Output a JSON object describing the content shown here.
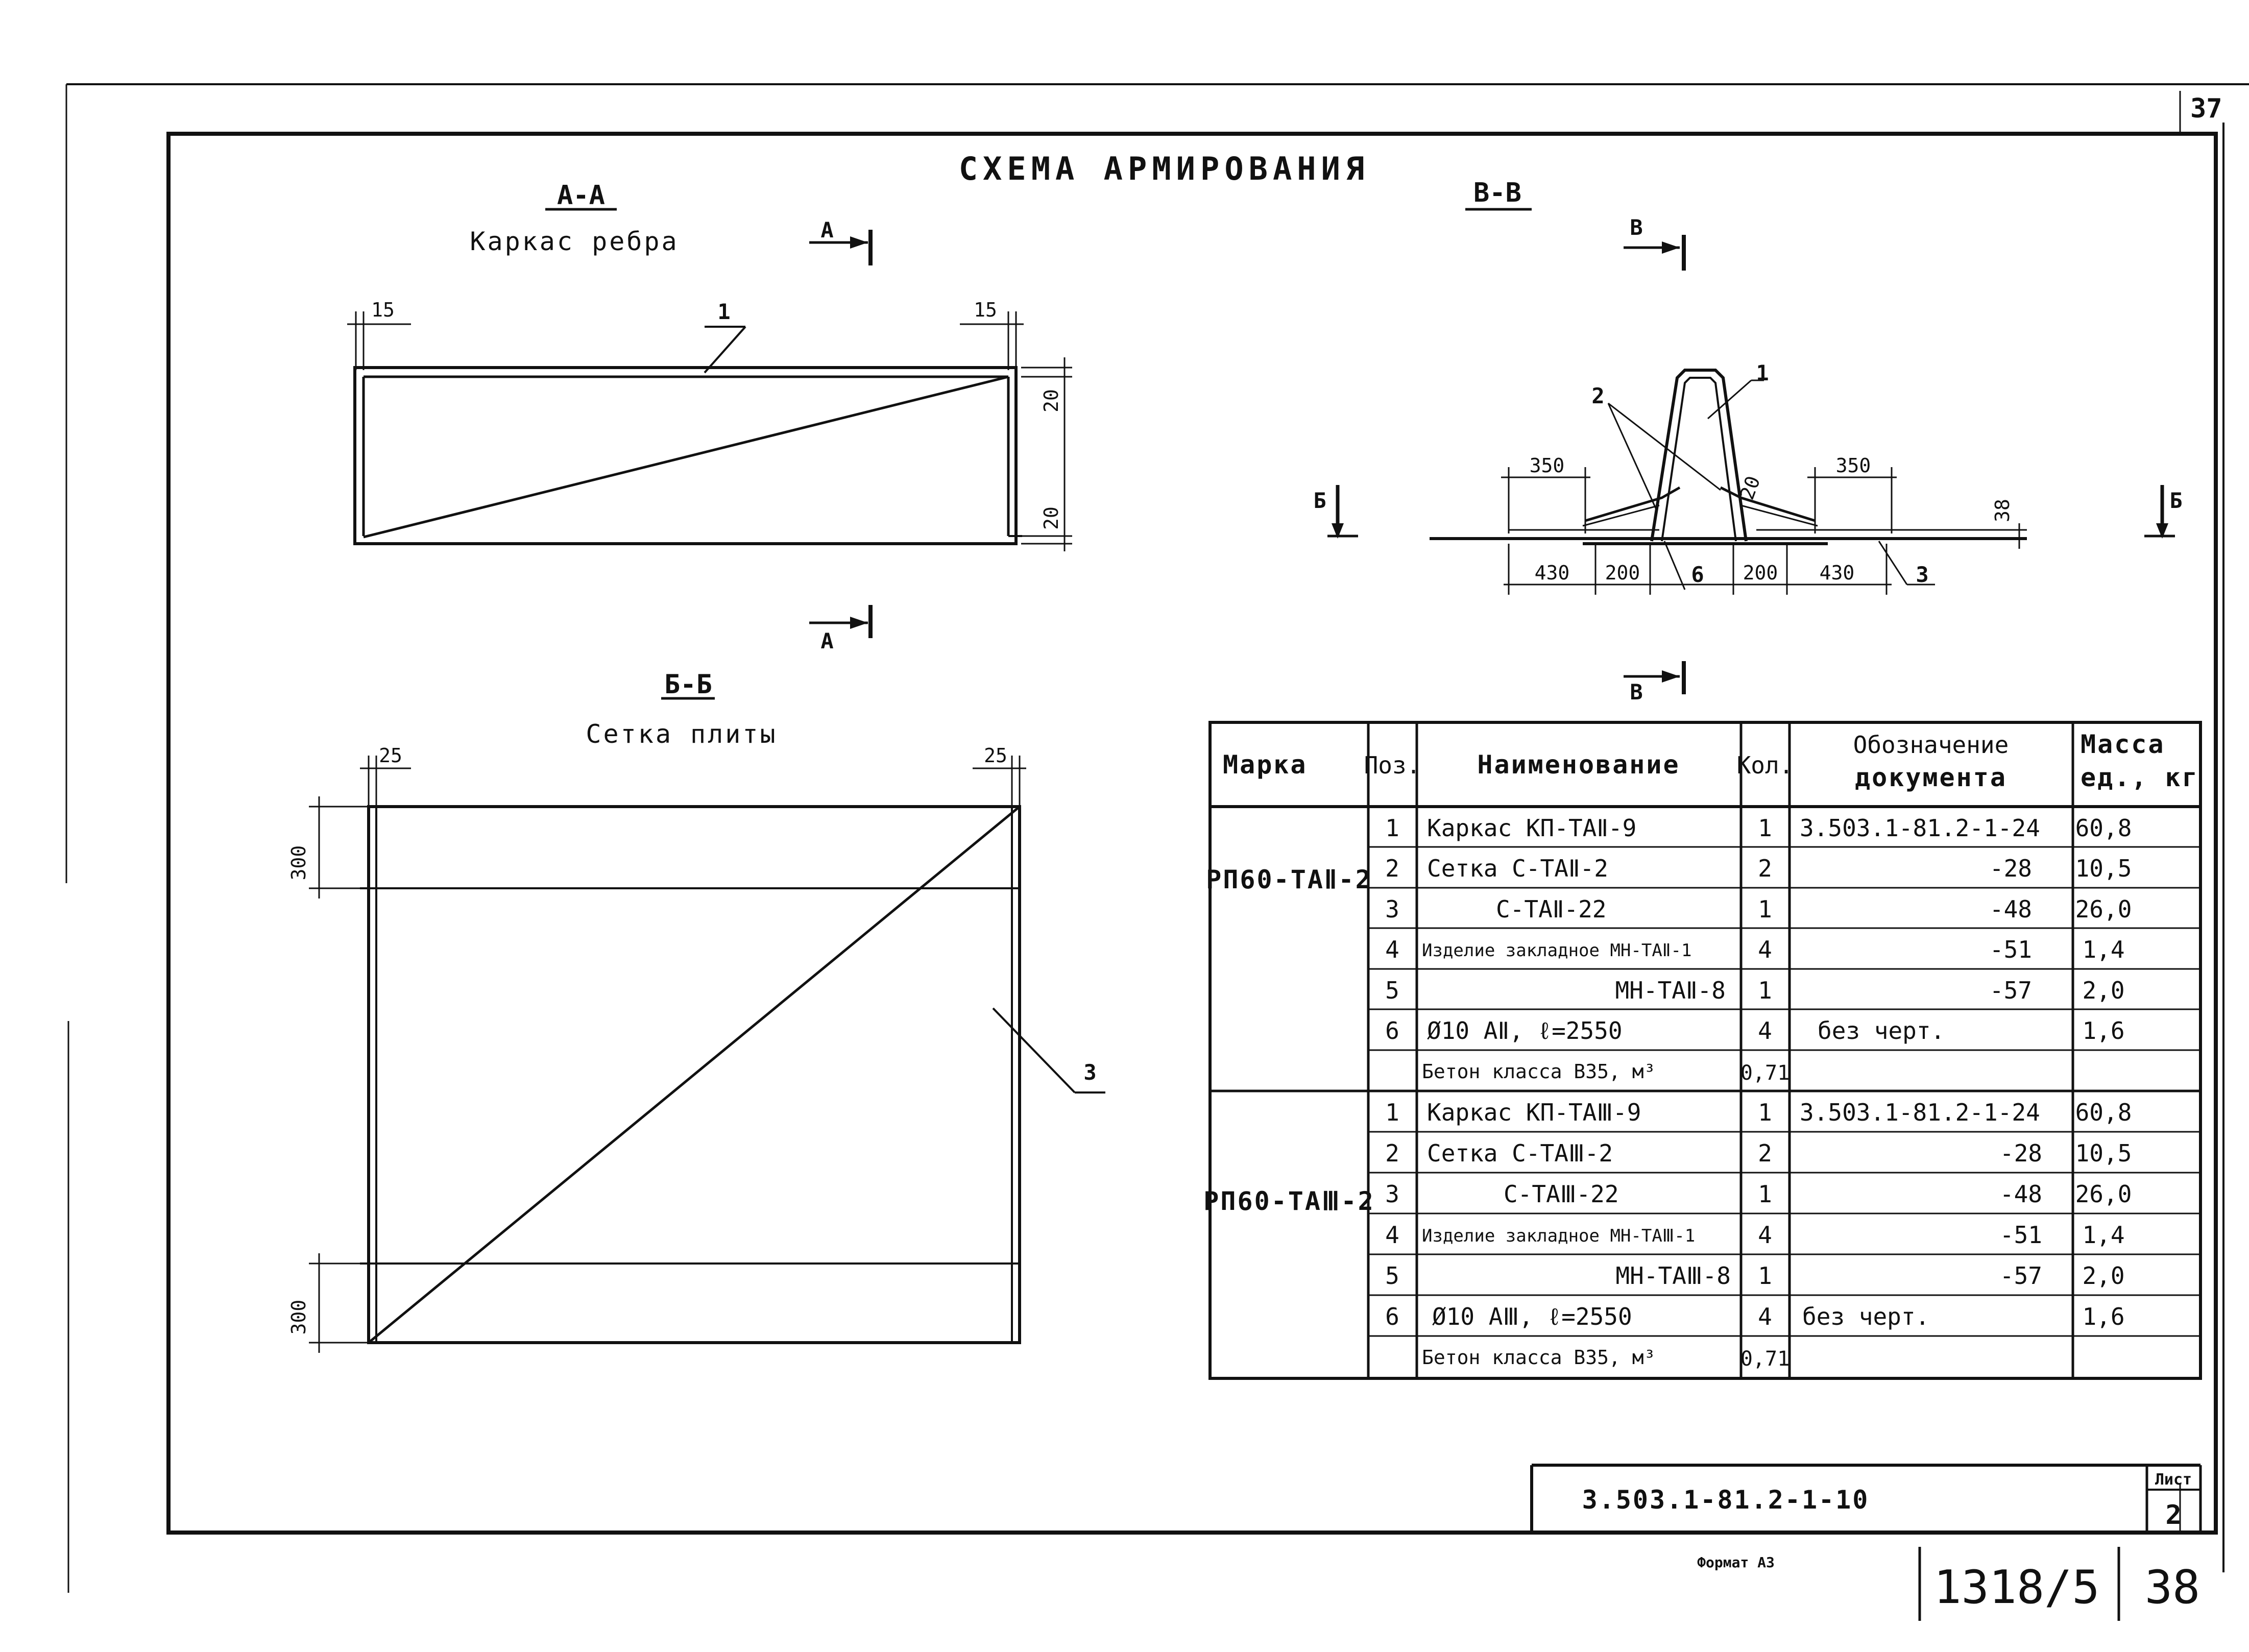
{
  "title": "СХЕМА АРМИРОВАНИЯ",
  "corner_sheet_number": "37",
  "view_aa": {
    "section": "А-А",
    "caption": "Каркас ребра",
    "cut_mark": "А",
    "dim_left": "15",
    "dim_right": "15",
    "dim_top": "20",
    "dim_bottom": "20",
    "leader": "1"
  },
  "view_bb": {
    "section": "Б-Б",
    "caption": "Сетка плиты",
    "dim_left": "25",
    "dim_right": "25",
    "dim_top": "300",
    "dim_bottom": "300",
    "leader": "3"
  },
  "view_vv": {
    "section": "В-В",
    "cut_mark_v": "В",
    "cut_mark_b": "Б",
    "leader_1": "1",
    "leader_2": "2",
    "leader_3": "3",
    "leader_6": "6",
    "dim_350_left": "350",
    "dim_350_right": "350",
    "dim_20": "20",
    "dim_38": "38",
    "dim_430_left": "430",
    "dim_200_left": "200",
    "dim_200_right": "200",
    "dim_430_right": "430"
  },
  "table": {
    "headers": {
      "mark": "Марка",
      "pos": "Поз.",
      "name": "Наименование",
      "qty": "Кол.",
      "doc_line1": "Обозначение",
      "doc_line2": "документа",
      "mass_line1": "Масса",
      "mass_line2": "ед., кг"
    },
    "groups": [
      {
        "mark": "РП60-ТАⅡ-2",
        "rows": [
          {
            "pos": "1",
            "name": "Каркас КП-ТАⅡ-9",
            "qty": "1",
            "doc": "3.503.1-81.2-1-24",
            "mass": "60,8"
          },
          {
            "pos": "2",
            "name": "Сетка С-ТАⅡ-2",
            "qty": "2",
            "doc": "-28",
            "mass": "10,5"
          },
          {
            "pos": "3",
            "name": "С-ТАⅡ-22",
            "qty": "1",
            "doc": "-48",
            "mass": "26,0"
          },
          {
            "pos": "4",
            "name": "Изделие закладное МН-ТАⅡ-1",
            "qty": "4",
            "doc": "-51",
            "mass": "1,4"
          },
          {
            "pos": "5",
            "name": "МН-ТАⅡ-8",
            "qty": "1",
            "doc": "-57",
            "mass": "2,0"
          },
          {
            "pos": "6",
            "name": "Ø10 АⅡ, ℓ=2550",
            "qty": "4",
            "doc": "без черт.",
            "mass": "1,6"
          },
          {
            "pos": "",
            "name": "Бетон класса В35, м³",
            "qty": "0,71",
            "doc": "",
            "mass": ""
          }
        ]
      },
      {
        "mark": "РП60-ТАⅢ-2",
        "rows": [
          {
            "pos": "1",
            "name": "Каркас КП-ТАⅢ-9",
            "qty": "1",
            "doc": "3.503.1-81.2-1-24",
            "mass": "60,8"
          },
          {
            "pos": "2",
            "name": "Сетка С-ТАⅢ-2",
            "qty": "2",
            "doc": "-28",
            "mass": "10,5"
          },
          {
            "pos": "3",
            "name": "С-ТАⅢ-22",
            "qty": "1",
            "doc": "-48",
            "mass": "26,0"
          },
          {
            "pos": "4",
            "name": "Изделие закладное МН-ТАⅢ-1",
            "qty": "4",
            "doc": "-51",
            "mass": "1,4"
          },
          {
            "pos": "5",
            "name": "МН-ТАⅢ-8",
            "qty": "1",
            "doc": "-57",
            "mass": "2,0"
          },
          {
            "pos": "6",
            "name": "Ø10 АⅢ, ℓ=2550",
            "qty": "4",
            "doc": "без черт.",
            "mass": "1,6"
          },
          {
            "pos": "",
            "name": "Бетон класса В35, м³",
            "qty": "0,71",
            "doc": "",
            "mass": ""
          }
        ]
      }
    ]
  },
  "title_block": {
    "doc_code": "3.503.1-81.2-1-10",
    "sheet_label": "Лист",
    "sheet_number": "2",
    "format": "Формат А3",
    "archive_number": "1318/5",
    "page_number": "38"
  }
}
